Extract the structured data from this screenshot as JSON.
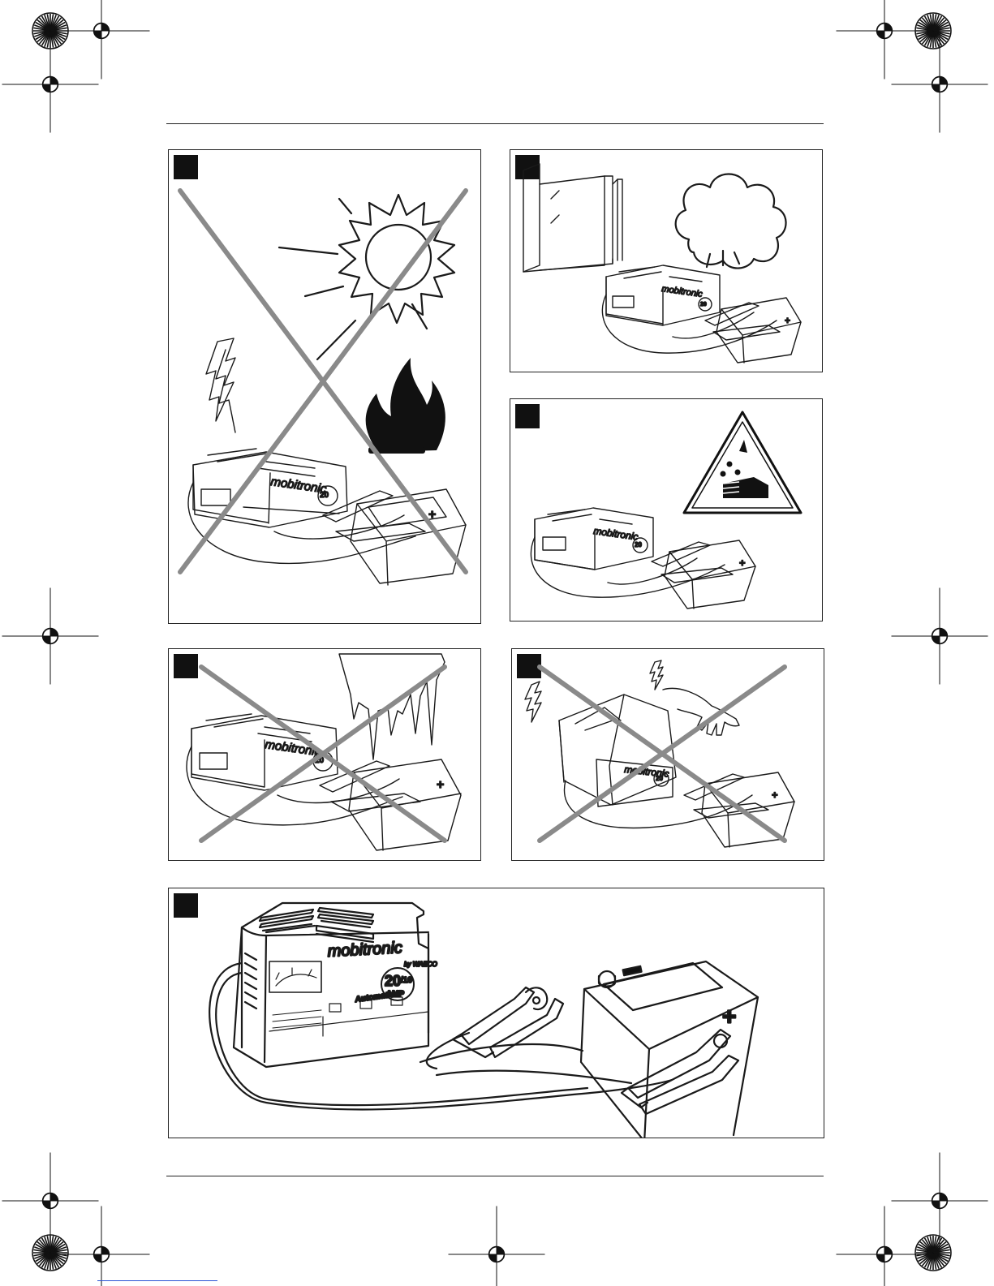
{
  "charger": {
    "brand": "mobitronic",
    "maker": "by WAECO",
    "rating": "20",
    "rating_alt": "/10",
    "unit": "AMP",
    "mode": "Automatic"
  },
  "battery": {
    "minus_mark": "−",
    "plus_mark": "+"
  }
}
